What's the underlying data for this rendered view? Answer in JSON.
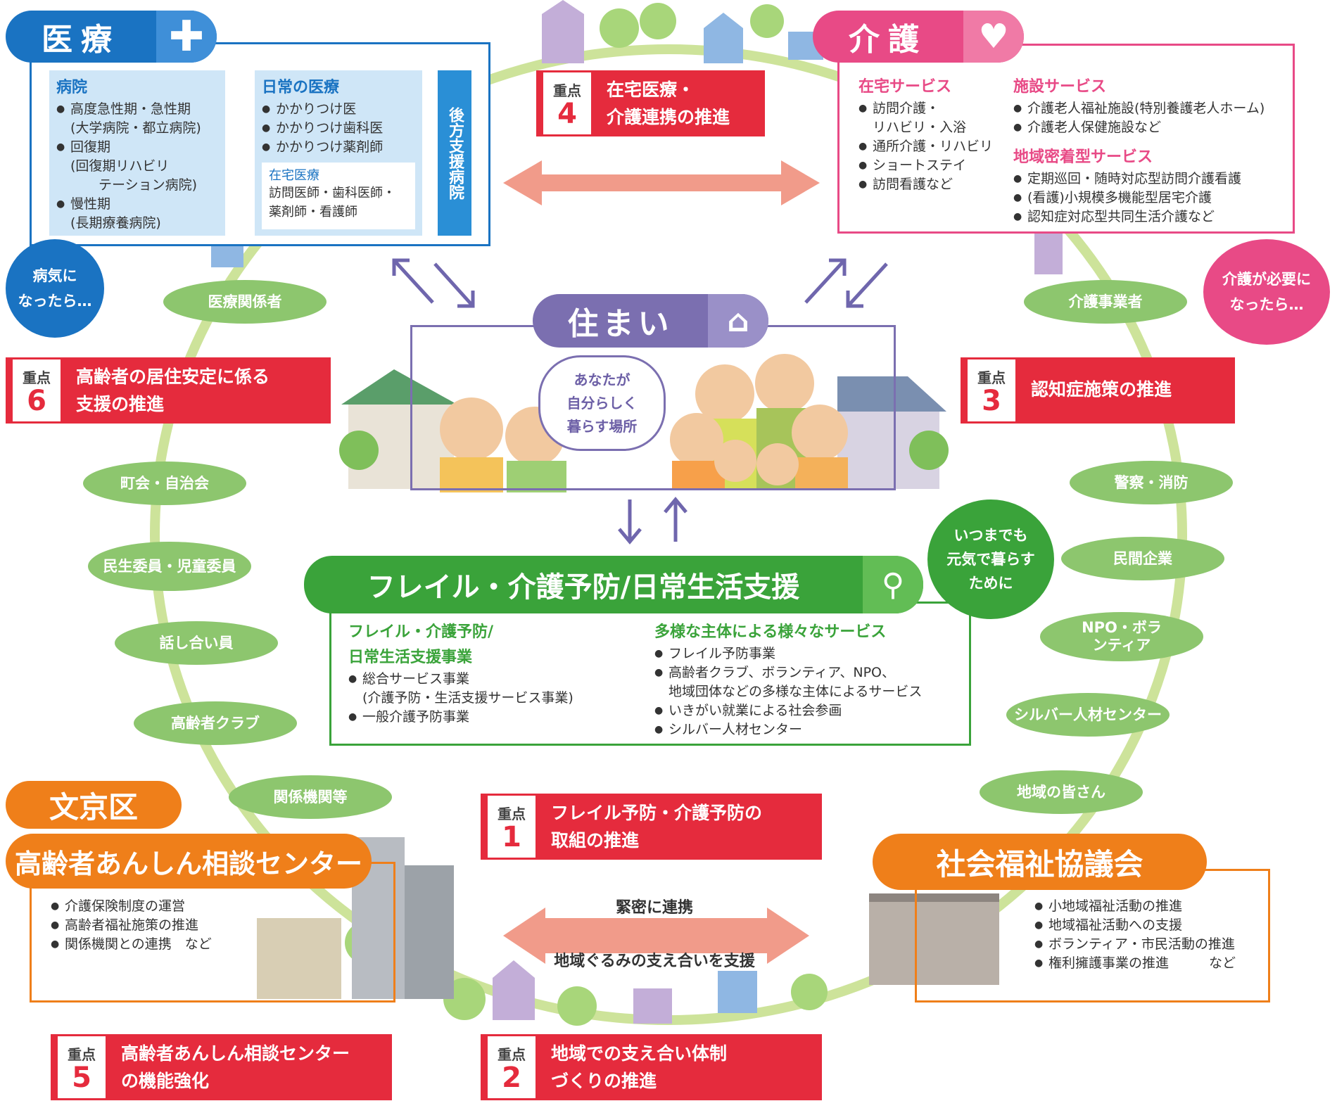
{
  "medical": {
    "title": "医療",
    "icon": "plus-icon",
    "hospital": {
      "title": "病院",
      "items": [
        "高度急性期・急性期",
        "(大学病院・都立病院)",
        "回復期",
        "(回復期リハビリ",
        "テーション病院)",
        "慢性期",
        "(長期療養病院)"
      ]
    },
    "daily": {
      "title": "日常の医療",
      "items": [
        "かかりつけ医",
        "かかりつけ歯科医",
        "かかりつけ薬剤師"
      ]
    },
    "home": {
      "title": "在宅医療",
      "lines": [
        "訪問医師・歯科医師・",
        "薬剤師・看護師"
      ]
    },
    "backup": "後方支援病院",
    "bubble": [
      "病気に",
      "なったら…"
    ]
  },
  "care": {
    "title": "介護",
    "icon": "heart-icon",
    "home_services": {
      "title": "在宅サービス",
      "items": [
        "訪問介護・",
        "リハビリ・入浴",
        "通所介護・リハビリ",
        "ショートステイ",
        "訪問看護など"
      ]
    },
    "facility": {
      "title": "施設サービス",
      "items": [
        "介護老人福祉施設(特別養護老人ホーム)",
        "介護老人保健施設など"
      ]
    },
    "community": {
      "title": "地域密着型サービス",
      "items": [
        "定期巡回・随時対応型訪問介護看護",
        "(看護)小規模多機能型居宅介護",
        "認知症対応型共同生活介護など"
      ]
    },
    "bubble": [
      "介護が必要に",
      "なったら…"
    ]
  },
  "housing": {
    "title": "住まい",
    "icon": "house-icon",
    "thought": [
      "あなたが",
      "自分らしく",
      "暮らす場所"
    ]
  },
  "frail": {
    "title": "フレイル・介護予防/日常生活支援",
    "icon": "exercise-icon",
    "left_title": [
      "フレイル・介護予防/",
      "日常生活支援事業"
    ],
    "left_items": [
      "総合サービス事業",
      "(介護予防・生活支援サービス事業)",
      "一般介護予防事業"
    ],
    "right_title": "多様な主体による様々なサービス",
    "right_items": [
      "フレイル予防事業",
      "高齢者クラブ、ボランティア、NPO、",
      "地域団体などの多様な主体によるサービス",
      "いきがい就業による社会参画",
      "シルバー人材センター"
    ],
    "bubble": [
      "いつまでも",
      "元気で暮らす",
      "ために"
    ]
  },
  "ward": {
    "name": "文京区",
    "center": "高齢者あんしん相談センター",
    "items": [
      "介護保険制度の運営",
      "高齢者福祉施策の推進",
      "関係機関との連携　など"
    ]
  },
  "council": {
    "title": "社会福祉協議会",
    "items": [
      "小地域福祉活動の推進",
      "地域福祉活動への支援",
      "ボランティア・市民活動の推進",
      "権利擁護事業の推進　　　など"
    ]
  },
  "link": {
    "top": "緊密に連携",
    "bottom": "地域ぐるみの支え合いを支援"
  },
  "focus_points": {
    "label": "重点",
    "p1": {
      "num": "1",
      "lines": [
        "フレイル予防・介護予防の",
        "取組の推進"
      ]
    },
    "p2": {
      "num": "2",
      "lines": [
        "地域での支え合い体制",
        "づくりの推進"
      ]
    },
    "p3": {
      "num": "3",
      "lines": [
        "認知症施策の推進"
      ]
    },
    "p4": {
      "num": "4",
      "lines": [
        "在宅医療・",
        "介護連携の推進"
      ]
    },
    "p5": {
      "num": "5",
      "lines": [
        "高齢者あんしん相談センター",
        "の機能強化"
      ]
    },
    "p6": {
      "num": "6",
      "lines": [
        "高齢者の居住安定に係る",
        "支援の推進"
      ]
    }
  },
  "left_actors": [
    "医療関係者",
    "町会・自治会",
    "民生委員・児童委員",
    "話し合い員",
    "高齢者クラブ",
    "関係機関等"
  ],
  "right_actors": [
    "介護事業者",
    "警察・消防",
    "民間企業",
    "NPO・ボランティア",
    "シルバー人材センター",
    "地域の皆さん"
  ],
  "colors": {
    "medical": "#1a73c2",
    "care": "#e84a86",
    "housing": "#7b6fb0",
    "frail": "#3aa33a",
    "ward": "#ef7f1a",
    "focus": "#e52b3d",
    "actor": "#8dc66e",
    "arrow": "#f19b8a"
  }
}
